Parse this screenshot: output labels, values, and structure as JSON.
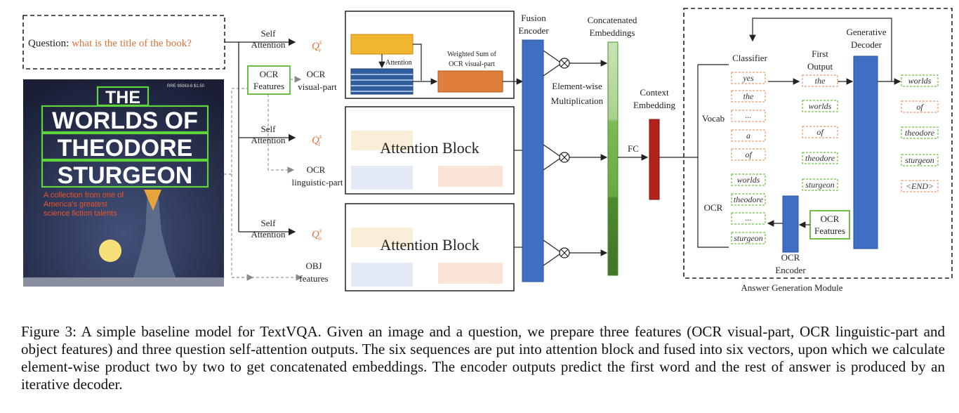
{
  "question": {
    "label": "Question:",
    "text": "what is the title of the book?"
  },
  "book_cover": {
    "title_lines": [
      "THE",
      "WORLDS OF",
      "THEODORE",
      "STURGEON"
    ],
    "tagline_lines": [
      "A collection from one of",
      "America's greatest",
      "science fiction talents"
    ],
    "code": "RRE 95063-6 $1.50"
  },
  "branches": [
    {
      "self_attention": "Self Attention",
      "q_symbol": "Q",
      "q_sup": "s",
      "q_sub": "v"
    },
    {
      "self_attention": "Self Attention",
      "q_symbol": "Q",
      "q_sup": "s",
      "q_sub": "l"
    },
    {
      "self_attention": "Self Attention",
      "q_symbol": "Q",
      "q_sup": "s",
      "q_sub": "o"
    }
  ],
  "features": {
    "ocr_features_box": "OCR Features",
    "ocr_visual": "OCR visual-part",
    "ocr_linguistic": "OCR linguistic-part",
    "obj": "OBJ features"
  },
  "attention_box": {
    "attention": "Attention",
    "weighted_sum": "Weighted Sum of OCR visual-part"
  },
  "attention_block_label": "Attention Block",
  "fusion_encoder": "Fusion Encoder",
  "element_wise": "Element-wise Multiplication",
  "concat_embeddings": "Concatenated Embeddings",
  "context_embedding": "Context Embedding",
  "fc": "FC",
  "answer_module": {
    "title": "Answer Generation Module",
    "classifier": "Classifier",
    "vocab": "Vocab",
    "ocr": "OCR",
    "first_output": "First Output",
    "generative_decoder": "Generative Decoder",
    "ocr_encoder": "OCR Encoder",
    "ocr_features": "OCR Features",
    "vocab_tokens": [
      "yes",
      "the",
      "...",
      "a",
      "of"
    ],
    "ocr_tokens": [
      "worlds",
      "theodore",
      "...",
      "sturgeon"
    ],
    "first_output_tokens": [
      "the",
      "worlds",
      "of",
      "theodore",
      "sturgeon"
    ],
    "final_tokens": [
      "worlds",
      "of",
      "theodore",
      "sturgeon",
      "<END>"
    ]
  },
  "caption": "Figure 3: A simple baseline model for TextVQA. Given an image and a question, we prepare three features (OCR visual-part, OCR linguistic-part and object features) and three question self-attention outputs. The six sequences are put into attention block and fused into six vectors, upon which we calculate element-wise product two by two to get concatenated embeddings. The encoder outputs predict the first word and the rest of answer is produced by an iterative decoder.",
  "colors": {
    "orange_text": "#d9743a",
    "blue": "#3f6fc2",
    "green": "#4e8a2e",
    "dark_red": "#b3211b",
    "yellow": "#f2b62e",
    "orange_box": "#e07f3c",
    "ocr_green_border": "#6cbf45"
  }
}
